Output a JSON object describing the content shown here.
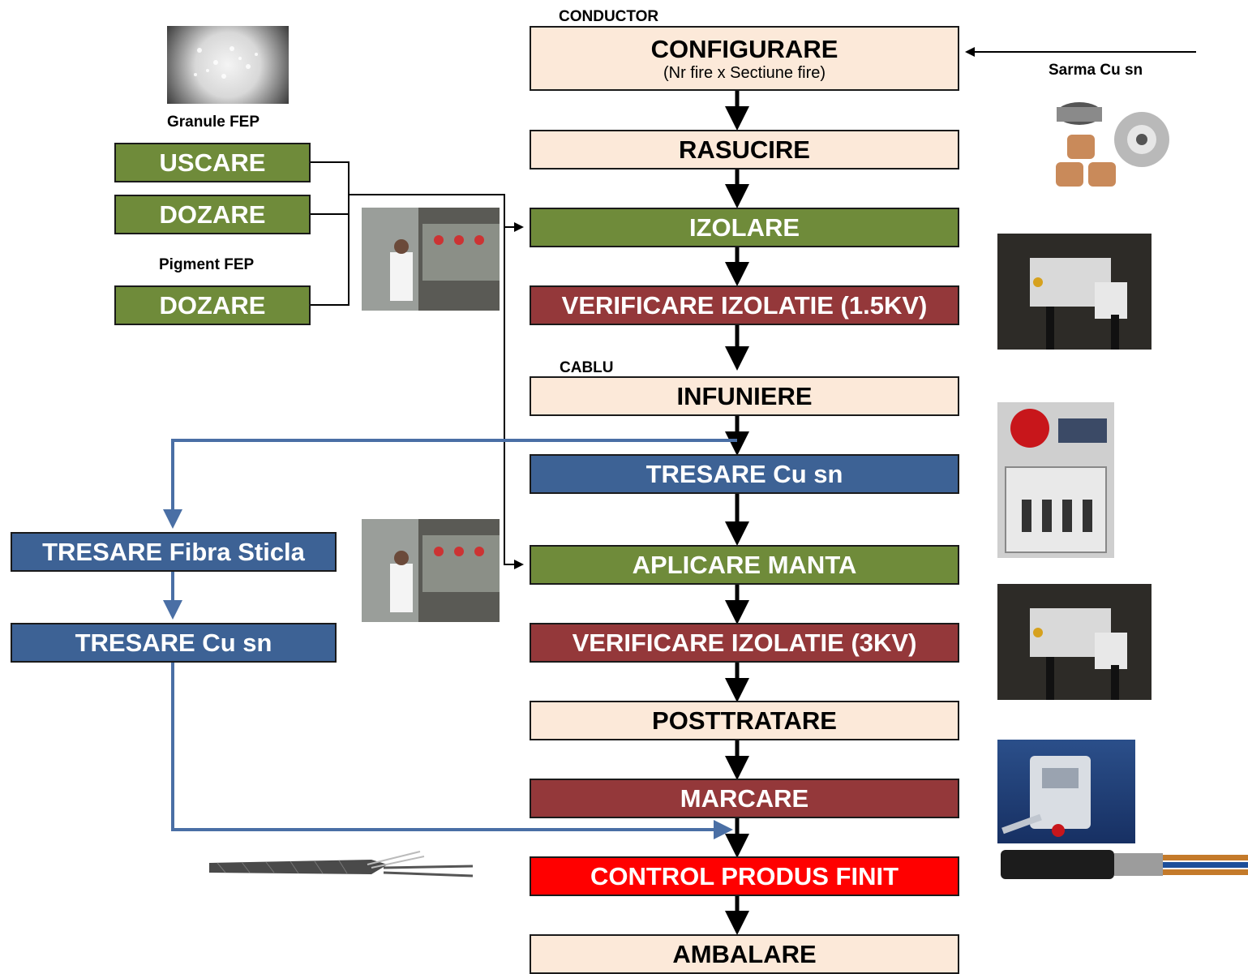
{
  "labels": {
    "conductor": "CONDUCTOR",
    "cablu": "CABLU",
    "granule": "Granule FEP",
    "pigment": "Pigment FEP",
    "sarma": "Sarma Cu sn"
  },
  "main_steps": {
    "configurare": "CONFIGURARE",
    "configurare_sub": "(Nr fire x Sectiune fire)",
    "rasucire": "RASUCIRE",
    "izolare": "IZOLARE",
    "verificare1": "VERIFICARE IZOLATIE (1.5KV)",
    "infuniere": "INFUNIERE",
    "tresare_cu": "TRESARE Cu sn",
    "aplicare": "APLICARE MANTA",
    "verificare2": "VERIFICARE IZOLATIE (3KV)",
    "posttratare": "POSTTRATARE",
    "marcare": "MARCARE",
    "control": "CONTROL PRODUS FINIT",
    "ambalare": "AMBALARE"
  },
  "side_steps": {
    "uscare": "USCARE",
    "dozare1": "DOZARE",
    "dozare2": "DOZARE",
    "tresare_fibra": "TRESARE Fibra Sticla",
    "tresare_cu2": "TRESARE Cu sn"
  },
  "colors": {
    "peach": "#fce9d9",
    "green": "#6f8b3a",
    "dark_red": "#94383a",
    "blue": "#3d6295",
    "red": "#ff0000",
    "blue_line": "#4a6fa5"
  }
}
